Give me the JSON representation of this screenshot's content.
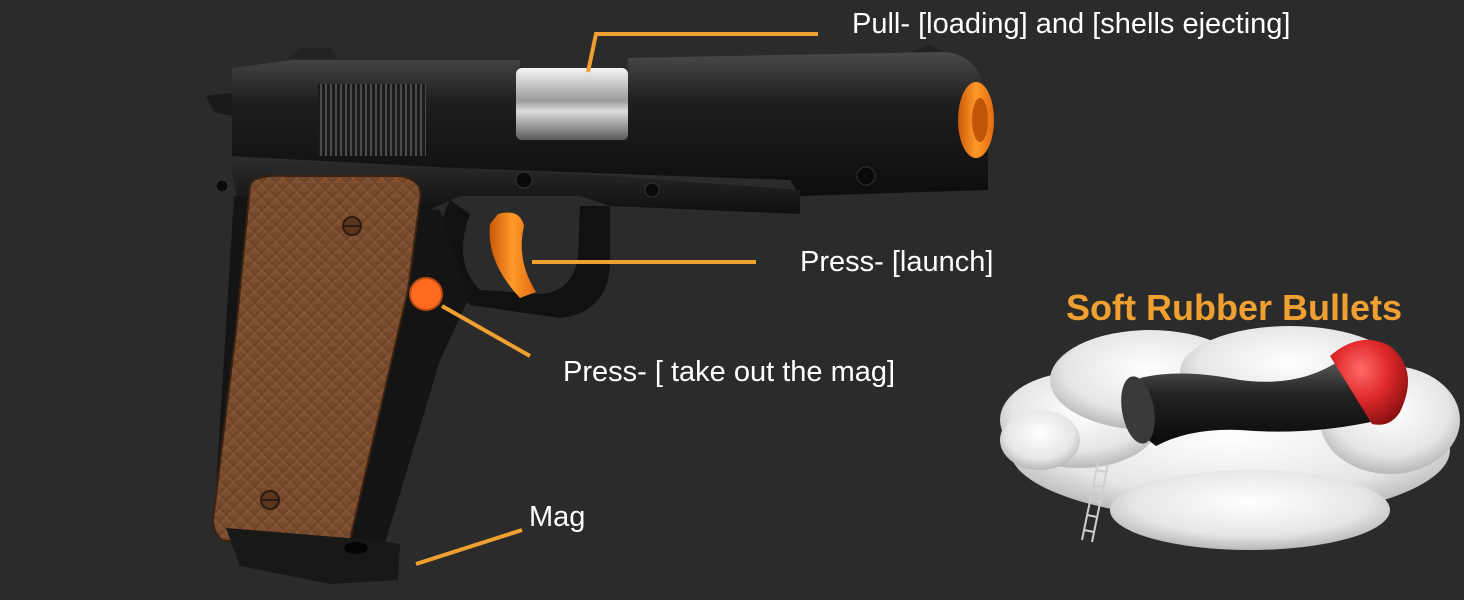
{
  "callouts": {
    "slide": "Pull- [loading] and [shells ejecting]",
    "trigger": "Press- [launch]",
    "mag_release": "Press- [ take out the mag]",
    "magazine": "Mag"
  },
  "bullets_title": "Soft Rubber Bullets",
  "colors": {
    "background": "#2b2b2b",
    "accent": "#f0a030",
    "label_text": "#ffffff",
    "orange_tip": "#ff8a1e",
    "grip_brown": "#7a4a2c",
    "bullet_tip": "#e02a2a"
  }
}
